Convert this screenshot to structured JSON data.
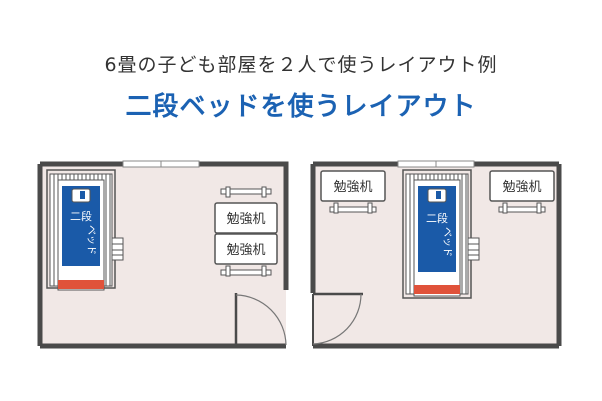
{
  "header": {
    "subtitle": "6畳の子ども部屋を２人で使うレイアウト例",
    "title": "二段ベッドを使うレイアウト"
  },
  "colors": {
    "floor": "#f1e8e6",
    "wall": "#4a4a4a",
    "mattress": "#1a5aa8",
    "footboard": "#e0523a",
    "accent_title": "#1b62b3"
  },
  "layouts": [
    {
      "bed_label_line1": "二段",
      "bed_label_line2": "ベッド",
      "desks": [
        {
          "label": "勉強机"
        },
        {
          "label": "勉強机"
        }
      ]
    },
    {
      "bed_label_line1": "二段",
      "bed_label_line2": "ベッド",
      "desks": [
        {
          "label": "勉強机"
        },
        {
          "label": "勉強机"
        }
      ]
    }
  ]
}
